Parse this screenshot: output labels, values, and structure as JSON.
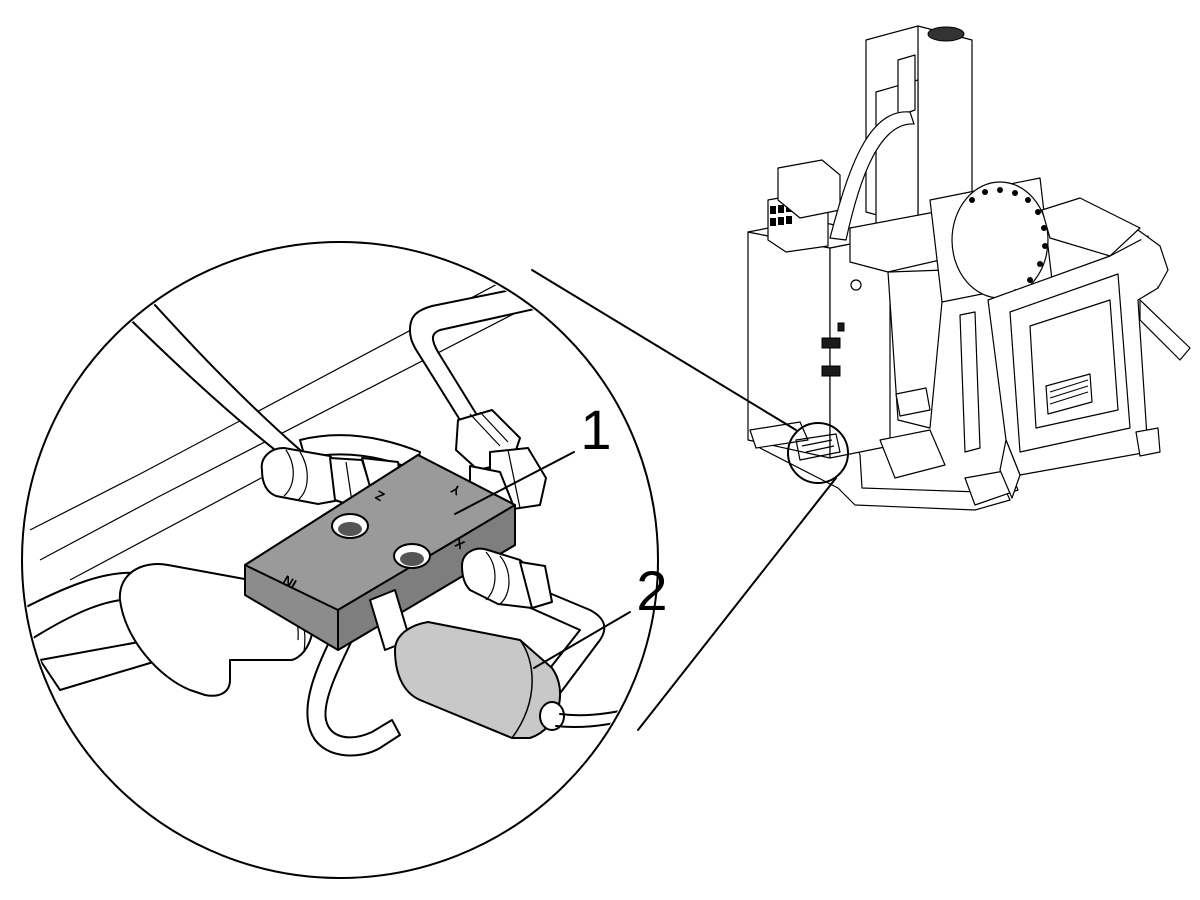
{
  "callouts": [
    {
      "label": "1",
      "part": "manifold-block"
    },
    {
      "label": "2",
      "part": "pressure-sensor"
    }
  ],
  "ports": {
    "z": "Z",
    "y": "Y",
    "x": "X",
    "inlet": "IN"
  },
  "colors": {
    "line": "#000000",
    "background": "#ffffff",
    "manifold": "#8c8c8c",
    "sensor": "#c8c8c8"
  }
}
